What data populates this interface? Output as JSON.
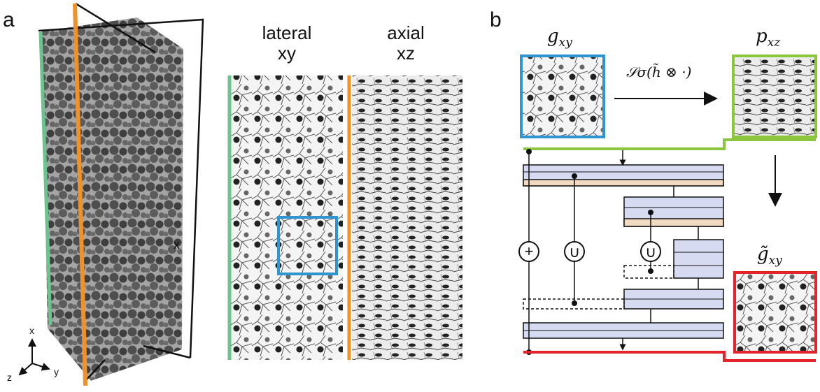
{
  "panel_a": {
    "letter": "a",
    "axis_x": "x",
    "axis_y": "y",
    "axis_z": "z",
    "volume_axis_label": "x",
    "lateral_title_1": "lateral",
    "lateral_title_2": "xy",
    "axial_title_1": "axial",
    "axial_title_2": "xz"
  },
  "panel_b": {
    "letter": "b",
    "input_label": "g",
    "input_sub": "xy",
    "projection_label": "p",
    "projection_sub": "xz",
    "operator_text": "𝒮σ(h̃ ⊗ ·)",
    "output_label": "g̃",
    "output_sub": "xy",
    "op_add": "+",
    "op_union": "∪"
  },
  "colors": {
    "lateral_line": "#6cc38e",
    "axial_plane": "#f0922a",
    "roi_box": "#2f95d0",
    "proj_box": "#8cc63f",
    "output_box": "#e3242b",
    "block_fill": "#d6dbf2",
    "block_accent": "#f2d9c2"
  }
}
